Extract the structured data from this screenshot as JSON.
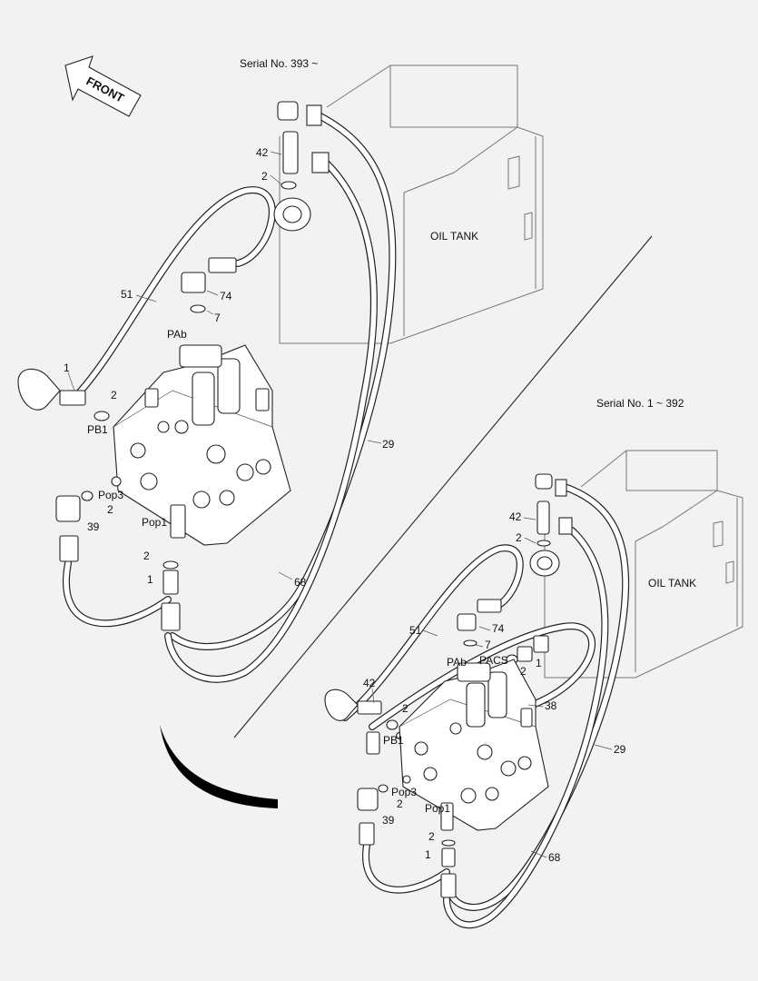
{
  "direction": {
    "label": "FRONT"
  },
  "top_view": {
    "serial": "Serial No. 393 ~",
    "tank_label": "OIL TANK",
    "callouts": {
      "c42": "42",
      "c2a": "2",
      "c51": "51",
      "c74": "74",
      "c7": "7",
      "pab": "PAb",
      "c1a": "1",
      "c2b": "2",
      "pb1": "PB1",
      "pop3": "Pop3",
      "c2c": "2",
      "c39": "39",
      "pop1": "Pop1",
      "c2d": "2",
      "c1b": "1",
      "c29": "29",
      "c68": "68"
    }
  },
  "bottom_view": {
    "serial": "Serial No. 1 ~ 392",
    "tank_label": "OIL TANK",
    "callouts": {
      "c42a": "42",
      "c2a": "2",
      "c51": "51",
      "c74": "74",
      "c7": "7",
      "pab": "PAb",
      "pacs": "PACS",
      "c2b": "2",
      "c1": "1",
      "c42b": "42",
      "c2c": "2",
      "c38": "38",
      "pb1": "PB1",
      "pop3": "Pop3",
      "c2d": "2",
      "c39": "39",
      "pop1": "Pop1",
      "c2e": "2",
      "c1b": "1",
      "c29": "29",
      "c68": "68"
    }
  }
}
